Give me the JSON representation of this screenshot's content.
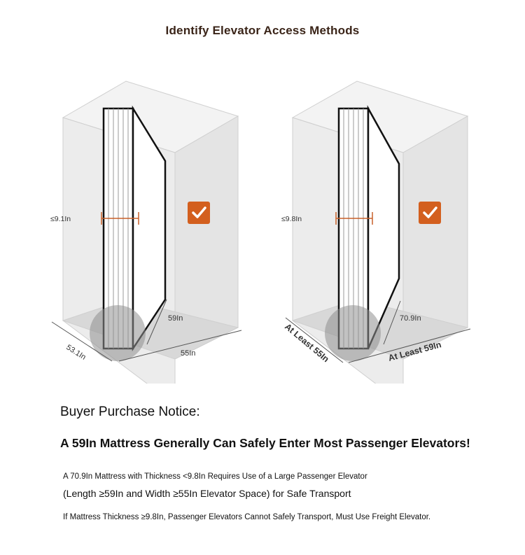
{
  "title": "Identify Elevator Access Methods",
  "diagram_left": {
    "thickness": "≤9.1In",
    "depth": "53.1In",
    "width": "55In",
    "mattress_width": "59In",
    "check_icon": "checkmark-icon",
    "accent": "#d35f1e"
  },
  "diagram_right": {
    "thickness": "≤9.8In",
    "depth": "At Least 55In",
    "width": "At Least 59In",
    "mattress_width": "70.9In",
    "check_icon": "checkmark-icon",
    "accent": "#d35f1e"
  },
  "notice": {
    "heading": "Buyer Purchase Notice:",
    "headline": "A 59In Mattress Generally Can Safely Enter Most Passenger Elevators!",
    "line1": "A 70.9In Mattress with Thickness <9.8In Requires Use of a Large Passenger Elevator",
    "line2": "(Length ≥59In and Width ≥55In Elevator Space) for Safe Transport",
    "line3": "If Mattress Thickness ≥9.8In, Passenger Elevators Cannot Safely Transport, Must Use Freight Elevator."
  }
}
